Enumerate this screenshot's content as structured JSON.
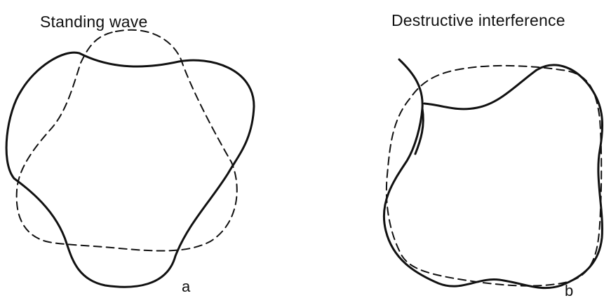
{
  "panels": [
    {
      "title": "Standing wave",
      "label": "a"
    },
    {
      "title": "Destructive interference",
      "label": "b"
    }
  ],
  "colors": {
    "ink": "#111111",
    "background": "#ffffff"
  }
}
